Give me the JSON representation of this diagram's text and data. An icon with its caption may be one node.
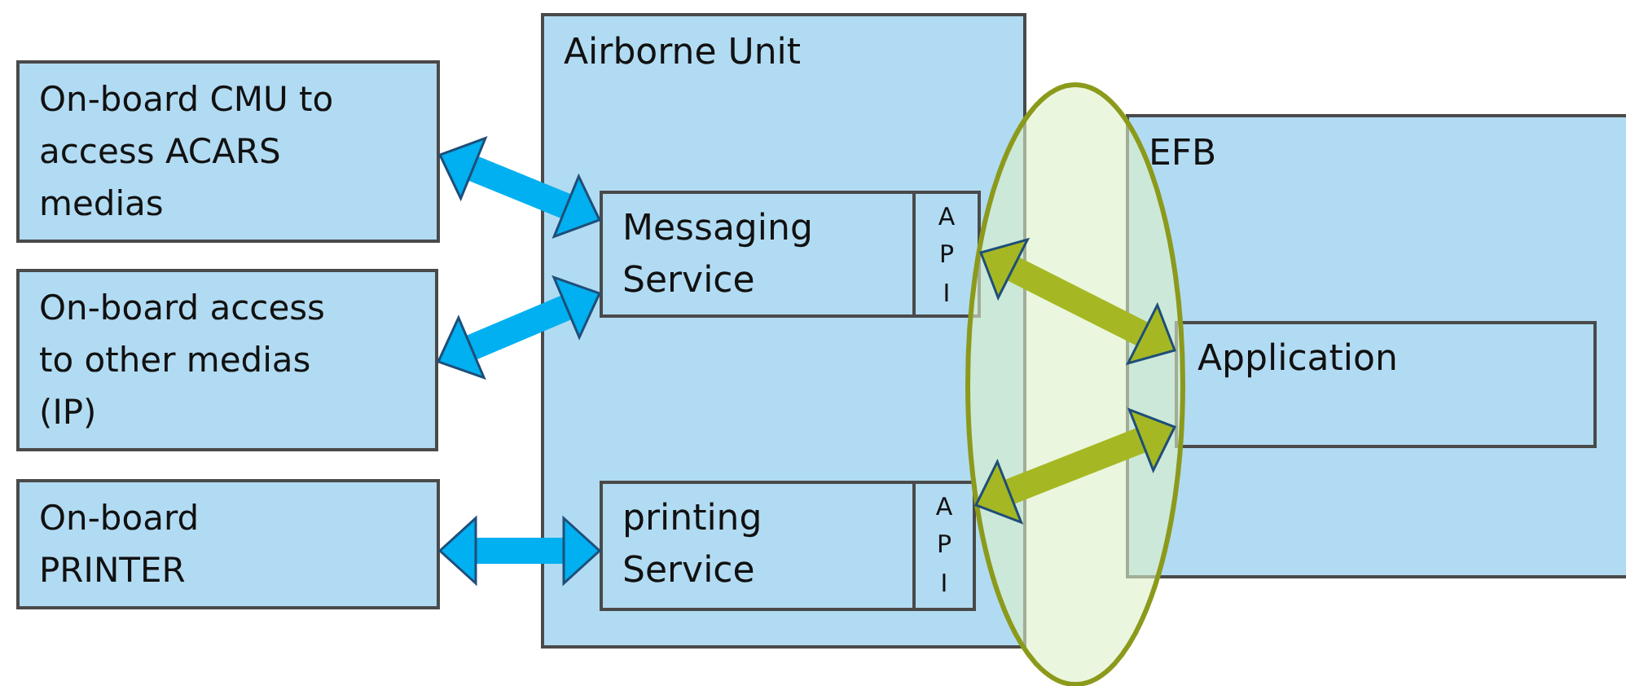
{
  "diagram": {
    "nodes": [
      {
        "text": [
          "On-board CMU to access ACARS medias"
        ]
      },
      {
        "text": [
          "On-board access to other medias (IP)"
        ]
      },
      {
        "text": [
          "On-board PRINTER"
        ]
      },
      {
        "text": [
          "Airborne Unit"
        ]
      },
      {
        "text": [
          "Messaging Service"
        ],
        "in": 3
      },
      {
        "text": [
          "API"
        ],
        "in": 3
      },
      {
        "text": [
          "printing Service"
        ],
        "in": 3
      },
      {
        "text": [
          "API"
        ],
        "in": 3
      },
      {
        "text": [
          "EFB"
        ]
      },
      {
        "text": [
          "Application"
        ],
        "in": 8
      }
    ],
    "edges": [
      {
        "from": 0,
        "to": 4,
        "arrow": "both"
      },
      {
        "from": 1,
        "to": 4,
        "arrow": "both"
      },
      {
        "from": 2,
        "to": 6,
        "arrow": "both"
      },
      {
        "from": 5,
        "to": 9,
        "arrow": "both",
        "color": "#a5b823"
      },
      {
        "from": 7,
        "to": 9,
        "arrow": "both",
        "color": "#a5b823"
      }
    ]
  }
}
